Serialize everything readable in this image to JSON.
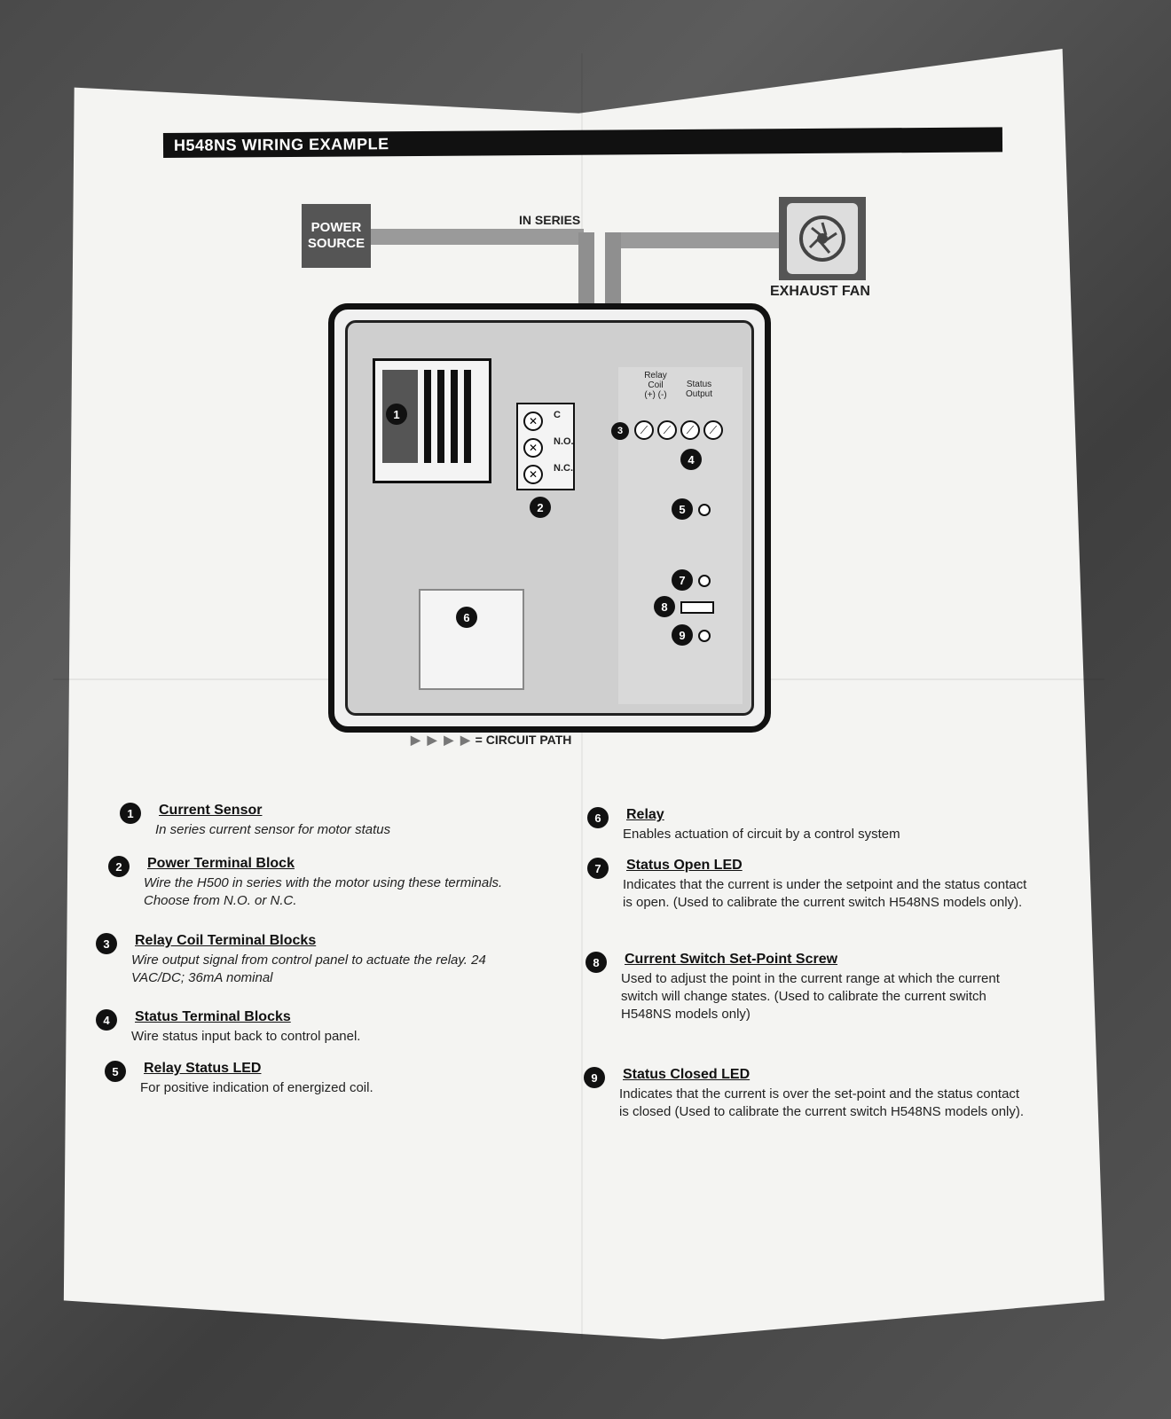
{
  "header": {
    "title": "H548NS WIRING EXAMPLE"
  },
  "diagram": {
    "power_source": [
      "POWER",
      "SOURCE"
    ],
    "in_series": "IN SERIES",
    "exhaust_fan": "EXHAUST FAN",
    "relay_coil_label": [
      "Relay",
      "Coil",
      "(+) (-)"
    ],
    "status_output_label": [
      "Status",
      "Output"
    ],
    "terminal_labels": [
      "C",
      "N.O.",
      "N.C."
    ],
    "circuit_path": "= CIRCUIT PATH",
    "callout_numbers": [
      "1",
      "2",
      "3",
      "4",
      "5",
      "6",
      "7",
      "8",
      "9"
    ]
  },
  "items": [
    {
      "num": "1",
      "title": "Current Sensor",
      "desc": "In series current sensor for motor status"
    },
    {
      "num": "2",
      "title": "Power Terminal Block",
      "desc": "Wire the H500 in series with the motor using these terminals. Choose from N.O. or N.C."
    },
    {
      "num": "3",
      "title": "Relay Coil Terminal Blocks",
      "desc": "Wire output signal from control panel to actuate the relay. 24 VAC/DC; 36mA nominal"
    },
    {
      "num": "4",
      "title": "Status Terminal Blocks",
      "desc": "Wire status input back to control panel."
    },
    {
      "num": "5",
      "title": "Relay Status LED",
      "desc": "For positive indication of energized coil."
    },
    {
      "num": "6",
      "title": "Relay",
      "desc": "Enables actuation of circuit by a control system"
    },
    {
      "num": "7",
      "title": "Status Open LED",
      "desc": "Indicates that the current is under the setpoint and the status contact is open. (Used to calibrate the current switch H548NS models only)."
    },
    {
      "num": "8",
      "title": "Current Switch Set-Point Screw",
      "desc": "Used to adjust the point in the current range at which the current switch will change states. (Used to calibrate the current switch H548NS models only)"
    },
    {
      "num": "9",
      "title": "Status Closed LED",
      "desc": "Indicates that the current is over the set-point and the status contact is closed (Used to calibrate the current switch H548NS models only)."
    }
  ]
}
